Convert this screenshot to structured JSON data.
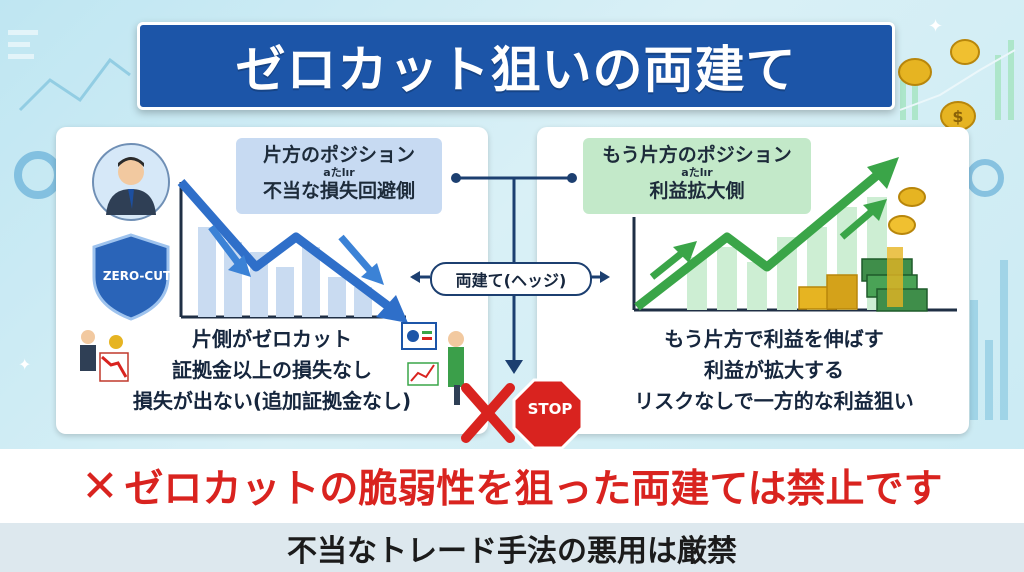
{
  "title": "ゼロカット狙いの両建て",
  "left_panel": {
    "label_main": "片方のポジション",
    "label_small": "aたlır",
    "label_sub": "不当な損失回避側",
    "shield_text": "ZERO-CUT",
    "lines": [
      "片側がゼロカット",
      "証拠金以上の損失なし",
      "損失が出ない(追加証拠金なし)"
    ]
  },
  "right_panel": {
    "label_main": "もう片方のポジション",
    "label_small": "aたlır",
    "label_sub": "利益拡大側",
    "lines": [
      "もう片方で利益を伸ばす",
      "利益が拡大する",
      "リスクなしで一方的な利益狙い"
    ]
  },
  "hedge_label": "両建て(ヘッジ)",
  "stop_text": "STOP",
  "warning": {
    "mark": "✕",
    "text": "ゼロカットの脆弱性を狙った両建ては禁止です"
  },
  "footer": "不当なトレード手法の悪用は厳禁",
  "colors": {
    "title_bg": "#1c55a8",
    "warning_red": "#d9231f",
    "down_blue": "#2f6fc9",
    "up_green": "#3aa548"
  }
}
